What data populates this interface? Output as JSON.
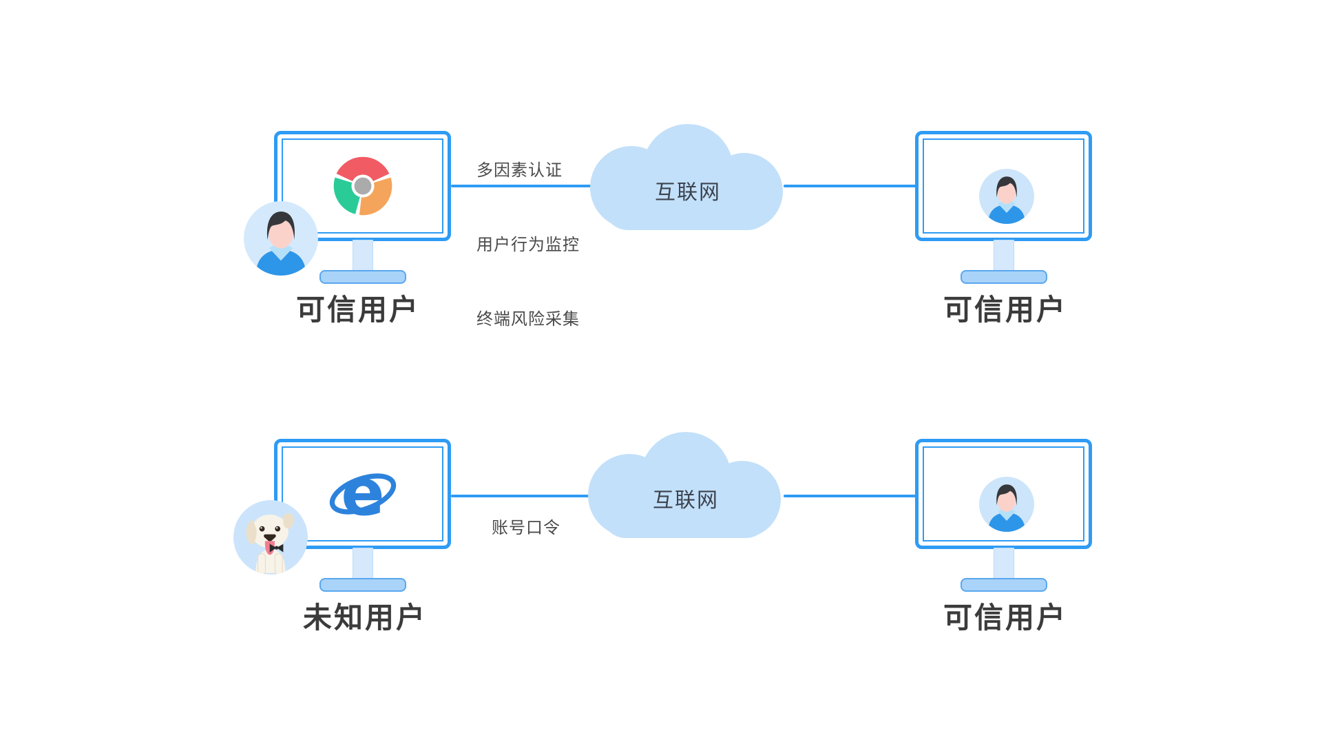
{
  "colors": {
    "accent_blue": "#2E9BF4",
    "cloud_fill": "#C3E0FA",
    "monitor_stand_fill": "#A9D3F8",
    "label_text": "#3B3B3B",
    "annotation_text": "#4A4A4A",
    "cloud_text": "#3C434E",
    "avatar_circle_bg": "#D5E9FC",
    "chrome_red": "#F15B63",
    "chrome_green": "#2BCB98",
    "chrome_orange": "#F5A45B",
    "chrome_gray": "#ABABAB",
    "ie_blue": "#2D83DC"
  },
  "rows": [
    {
      "left_label": "可信用户",
      "left_logo": "chrome-logo",
      "left_badge": "person-avatar",
      "annotation": [
        "多因素认证",
        "用户行为监控",
        "终端风险采集"
      ],
      "cloud_label": "互联网",
      "right_label": "可信用户"
    },
    {
      "left_label": "未知用户",
      "left_logo": "ie-logo",
      "left_badge": "dog-avatar",
      "annotation": [
        "账号口令"
      ],
      "cloud_label": "互联网",
      "right_label": "可信用户"
    }
  ]
}
